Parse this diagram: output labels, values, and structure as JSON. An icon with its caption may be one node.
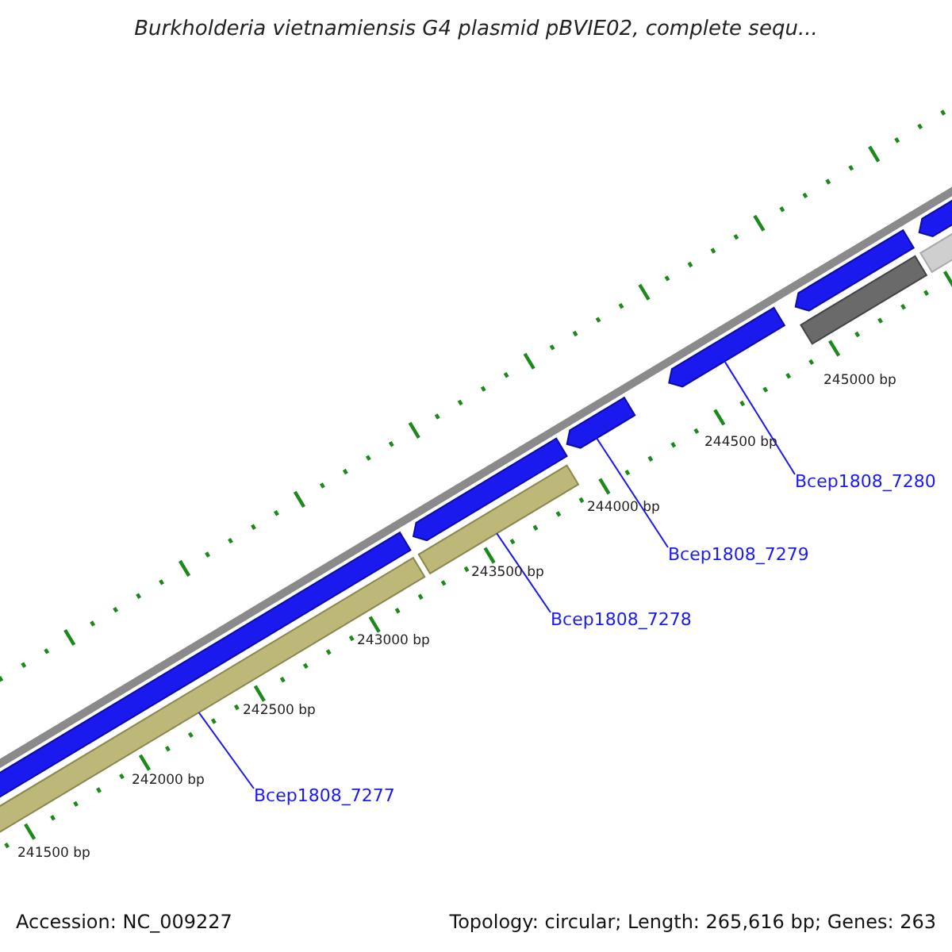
{
  "diagram": {
    "title": "Burkholderia vietnamiensis G4 plasmid pBVIE02, complete sequ...",
    "nodes": [
      {
        "text": [
          "Bcep1808_7280"
        ]
      },
      {
        "text": [
          "Bcep1808_7279"
        ]
      },
      {
        "text": [
          "Bcep1808_7278"
        ]
      },
      {
        "text": [
          "Bcep1808_7277"
        ]
      },
      {
        "text": [],
        "shape": "bar"
      },
      {
        "text": [],
        "shape": "bar"
      },
      {
        "text": [],
        "shape": "bar"
      },
      {
        "text": [],
        "shape": "arrow"
      },
      {
        "text": [],
        "shape": "arrow"
      },
      {
        "text": [],
        "shape": "arrow"
      },
      {
        "text": [],
        "shape": "bar"
      },
      {
        "text": [],
        "shape": "arrow"
      },
      {
        "text": [],
        "shape": "bar"
      },
      {
        "text": [],
        "shape": "arrow"
      }
    ],
    "edges": [
      {
        "from": 0,
        "to": 9,
        "arrow": "none"
      },
      {
        "from": 1,
        "to": 8,
        "arrow": "none"
      },
      {
        "from": 2,
        "to": 6,
        "arrow": "none"
      },
      {
        "from": 3,
        "to": 5,
        "arrow": "none"
      }
    ],
    "labels": [
      "245000 bp",
      "244500 bp",
      "244000 bp",
      "243500 bp",
      "243000 bp",
      "242500 bp",
      "242000 bp",
      "241500 bp",
      "Accession: NC_009227",
      "Topology: circular; Length: 265,616 bp; Genes: 263"
    ]
  }
}
